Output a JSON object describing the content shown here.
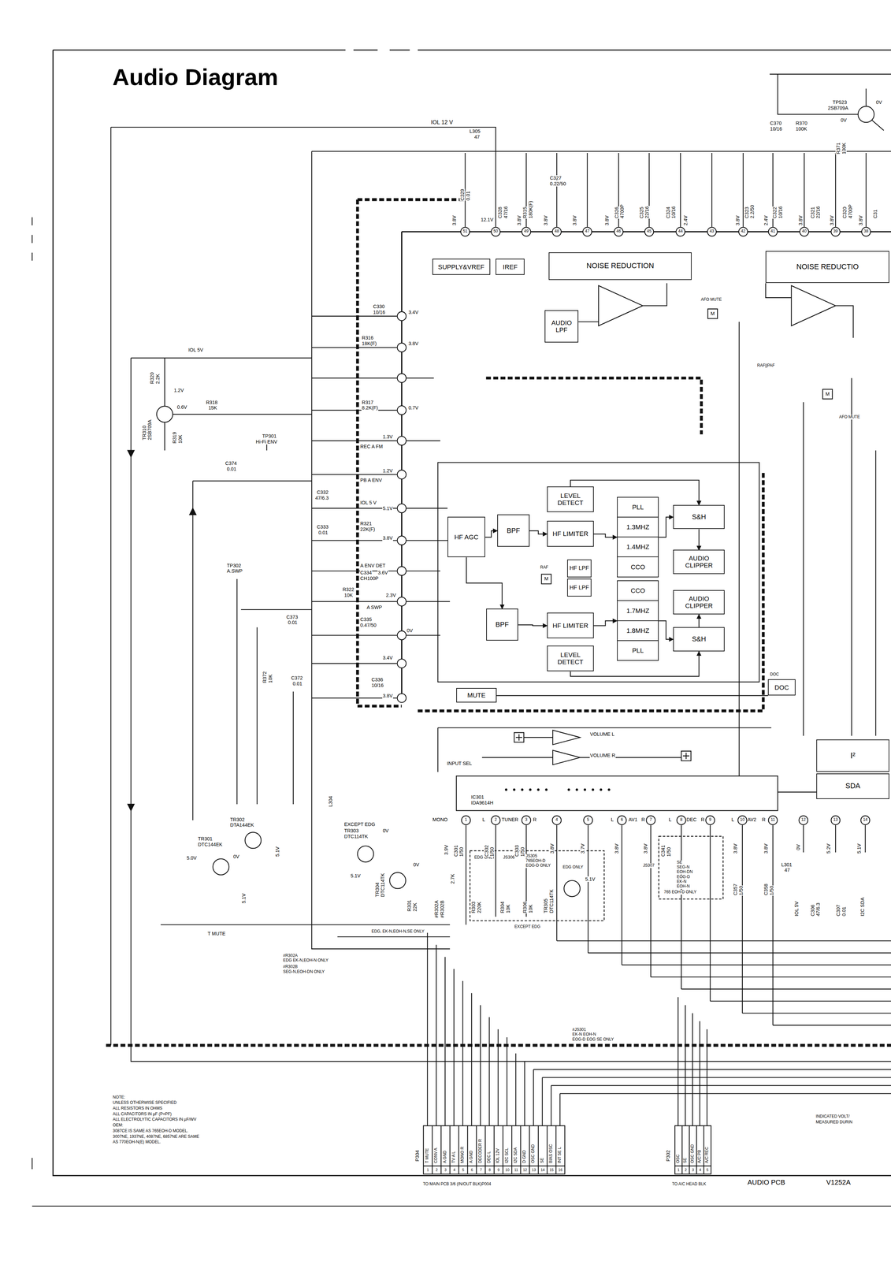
{
  "diagram": {
    "title": "Audio Diagram",
    "nodes": [
      {
        "text": [
          "SUPPLY&VREF"
        ]
      },
      {
        "text": [
          "IREF"
        ]
      },
      {
        "text": [
          "NOISE REDUCTION"
        ]
      },
      {
        "text": [
          "AUDIO LPF"
        ]
      },
      {
        "text": [
          "NOISE REDUCTIO"
        ]
      },
      {
        "text": [
          "HF AGC"
        ]
      },
      {
        "text": [
          "BPF"
        ]
      },
      {
        "text": [
          "LEVEL DETECT"
        ]
      },
      {
        "text": [
          "HF LIMITER"
        ]
      },
      {
        "text": [
          "PLL",
          "1.3MHZ",
          "1.4MHZ",
          "CCO"
        ]
      },
      {
        "text": [
          "S&H"
        ]
      },
      {
        "text": [
          "AUDIO CLIPPER"
        ]
      },
      {
        "text": [
          "HF LPF"
        ]
      },
      {
        "text": [
          "HF LPF"
        ]
      },
      {
        "text": [
          "AUDIO CLIPPER"
        ]
      },
      {
        "text": [
          "CCO",
          "1.7MHZ",
          "1.8MHZ",
          "PLL"
        ]
      },
      {
        "text": [
          "BPF"
        ]
      },
      {
        "text": [
          "HF LIMITER"
        ]
      },
      {
        "text": [
          "LEVEL DETECT"
        ]
      },
      {
        "text": [
          "S&H"
        ]
      },
      {
        "text": [
          "MUTE"
        ]
      },
      {
        "text": [
          "DOC"
        ]
      },
      {
        "text": [
          "I²"
        ]
      },
      {
        "text": [
          "SDA"
        ]
      }
    ],
    "edges": [
      {
        "from": 5,
        "to": 6,
        "arrow": "to"
      },
      {
        "from": 6,
        "to": 8,
        "arrow": "to"
      },
      {
        "from": 8,
        "to": 9,
        "arrow": "to"
      },
      {
        "from": 9,
        "to": 10,
        "arrow": "to"
      },
      {
        "from": 7,
        "to": 10,
        "arrow": "to"
      },
      {
        "from": 10,
        "to": 11,
        "arrow": "to"
      },
      {
        "from": 5,
        "to": 16,
        "arrow": "to"
      },
      {
        "from": 16,
        "to": 17,
        "arrow": "to"
      },
      {
        "from": 17,
        "to": 15,
        "arrow": "to"
      },
      {
        "from": 15,
        "to": 19,
        "arrow": "to"
      },
      {
        "from": 18,
        "to": 19,
        "arrow": "to"
      },
      {
        "from": 19,
        "to": 14,
        "arrow": "to"
      }
    ],
    "labels": [
      "IOL 12 V",
      "L305",
      "47",
      "TP523",
      "2SB709A",
      "0V",
      "C370",
      "10/16",
      "R370",
      "100K",
      "0V",
      "R371",
      "100K",
      "C329",
      "0.01",
      "C328",
      "47/16",
      "R315",
      "180K(F)",
      "C327",
      "0.22/50",
      "C326",
      "4700P",
      "C325",
      "22/16",
      "C324",
      "10/16",
      "C323",
      "2.2/50",
      "C322",
      "10/16",
      "C321",
      "22/16",
      "C320",
      "4700P",
      "C31",
      "3.8V",
      "12.1V",
      "3.8V",
      "3.8V",
      "3.8V",
      "3.8V",
      "2.4V",
      "3.8V",
      "2.4V",
      "3.8V",
      "3.8V",
      "3.8V",
      "51",
      "50",
      "49",
      "48",
      "47",
      "46",
      "45",
      "44",
      "43",
      "42",
      "41",
      "40",
      "39",
      "38",
      "C330",
      "10/16",
      "3.4V",
      "R316",
      "18K(F)",
      "3.8V",
      "IOL 5V",
      "R320",
      "2.2K",
      "1.2V",
      "0.6V",
      "R318",
      "15K",
      "TR310",
      "2SB709A",
      "R319",
      "10K",
      "R317",
      "8.2K(F)",
      "0.7V",
      "TP301",
      "Hi-Fi ENV",
      "1.3V",
      "REC A FM",
      "1.2V",
      "PB A ENV",
      "C374",
      "0.01",
      "C332",
      "47/6.3",
      "IOL 5 V",
      "5.1V",
      "C333",
      "0.01",
      "R321",
      "22K(F)",
      "3.8V",
      "A ENV DET",
      "C334",
      "3.6V",
      "CH100P",
      "TP302",
      "A.SWP",
      "R322",
      "10K",
      "2.3V",
      "A SWP",
      "C373",
      "0.01",
      "C335",
      "0.47/50",
      "0V",
      "R372",
      "10K",
      "C372",
      "0.01",
      "3.4V",
      "C336",
      "10/16",
      "3.8V",
      "AFO MUTE",
      "RAF||PAF",
      "AFO MUTE",
      "RAF",
      "M",
      "M",
      "M",
      "DOC",
      "VOLUME L",
      "VOLUME R",
      "INPUT SEL",
      "IC301",
      "IDA9614H",
      "L304",
      "TR302",
      "DTA144EK",
      "TR301",
      "DTC144EK",
      "0V",
      "5.0V",
      "5.1V",
      "5.1V",
      "EXCEPT EDG",
      "TR303",
      "DTC114TK",
      "0V",
      "TR304",
      "DTC114TK",
      "5.1V",
      "0V",
      "R301",
      "22K",
      "#R302A",
      "#R302B",
      "2.7K",
      "EDG ONLY",
      "JS306",
      "R303",
      "220K",
      "R304",
      "10K",
      "R306",
      "10K",
      "JS305",
      "765EOH-D",
      "EOG-D ONLY",
      "TR305",
      "DTC114TK",
      "EDG ONLY",
      "5.1V",
      "EXCEPT EDG",
      "EDG, EK-N,EOH-N,SE ONLY",
      "T MUTE",
      "#R302A",
      "EDG EK-N,EOH-N ONLY",
      "#R302B",
      "SEG-N,EOH-DN ONLY",
      "MONO",
      "L",
      "TUNER",
      "R",
      "L",
      "AV1",
      "R",
      "L",
      "DEC",
      "R",
      "L",
      "AV2",
      "R",
      "1",
      "2",
      "3",
      "4",
      "5",
      "6",
      "7",
      "8",
      "9",
      "10",
      "11",
      "12",
      "13",
      "14",
      "3.9V",
      "C301",
      "1/50",
      "C302",
      "1/50",
      "C303",
      "1/50",
      "3.8V",
      "3.7V",
      "3.8V",
      "3.8V",
      "C341",
      "1/50",
      "3.8V",
      "3.8V",
      "0V",
      "5.2V",
      "5.1V",
      "JS307",
      "SE",
      "SEG-N",
      "EOH-DN",
      "EOG-D",
      "EK-N",
      "EOH-N",
      "765 EOH-D ONLY",
      "C357",
      "1/50",
      "C358",
      "1/50",
      "L301",
      "47",
      "IOL 5V",
      "C306",
      "47/6.3",
      "C307",
      "0.01",
      "I2C SDA",
      "#JS301",
      "EK-N EOH-N",
      "EOG-D EOG SE ONLY",
      "NOTE:",
      "UNLESS OTHERWISE SPECIFIED",
      "ALL RESISTORS IN OHMS",
      "ALL CAPACITORS IN µF (P=PF)",
      "ALL ELECTROLYTIC CAPACITORS IN µF/WV",
      "OEM:",
      "3087CE IS SAME AS 765EOH-D MODEL.",
      "3007NE, 1937NE, 4087NE, 6857NE ARE SAME",
      "AS 770EOH-N(E) MODEL.",
      "T MUTE",
      "CONV A",
      "A GND",
      "TV A L",
      "MONO R",
      "A GND",
      "DECODER R",
      "DEC L",
      "IOL 12V",
      "I2C SCL",
      "I2C SDA",
      "D GND",
      "OSC GND",
      "SE",
      "BIAS OSC",
      "INT SE L",
      "1",
      "2",
      "3",
      "4",
      "5",
      "6",
      "7",
      "8",
      "9",
      "10",
      "11",
      "12",
      "13",
      "14",
      "15",
      "16",
      "P304",
      "TO MAIN PCB 3/6 (IN/OUT BLK)P004",
      "OSC",
      "SE",
      "OSC GND",
      "A/C PB",
      "A/C REC",
      "1",
      "2",
      "3",
      "4",
      "5",
      "P302",
      "TO A/C HEAD BLK",
      "INDICATED VOLT/",
      "MEASURED DURIN",
      "AUDIO PCB",
      "V1252A"
    ]
  }
}
